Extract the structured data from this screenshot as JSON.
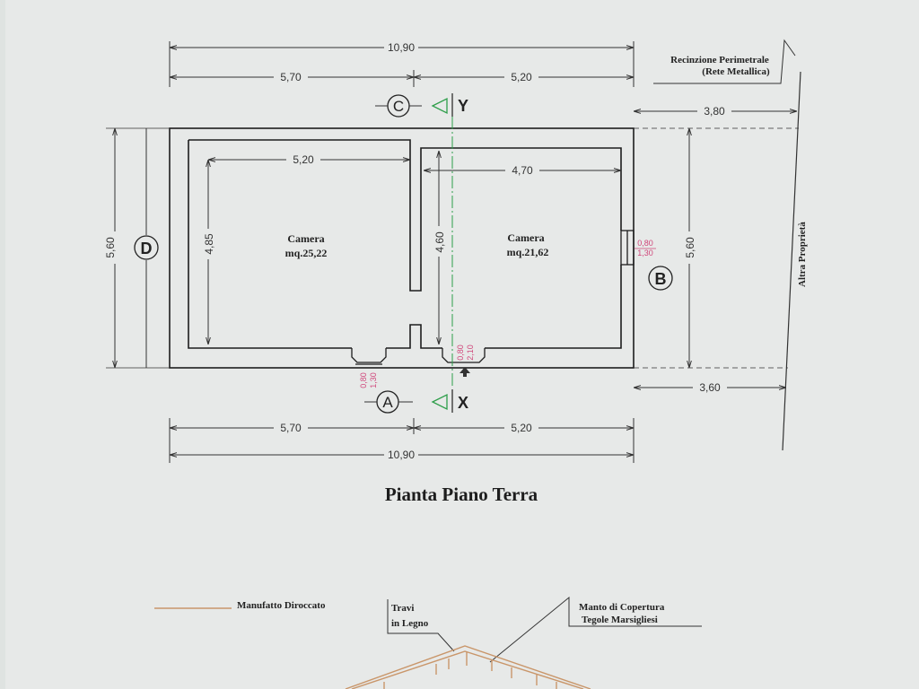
{
  "sheet": {
    "overall_top": "10,90",
    "left_top": "5,70",
    "right_top": "5,20",
    "overall_bottom": "10,90",
    "left_bottom": "5,70",
    "right_bottom": "5,20",
    "height_left": "5,60",
    "height_right": "5,60",
    "setback_top": "3,80",
    "setback_bottom": "3,60"
  },
  "fence": {
    "line1": "Recinzione Perimetrale",
    "line2": "(Rete Metallica)"
  },
  "neighbor": "Altra Proprietà",
  "sections": {
    "c": "C",
    "y": "Y",
    "d": "D",
    "b": "B",
    "a": "A",
    "x": "X"
  },
  "rooms": [
    {
      "name": "Camera",
      "area": "mq.25,22",
      "width": "5,20",
      "height": "4,85"
    },
    {
      "name": "Camera",
      "area": "mq.21,62",
      "width": "4,70",
      "height": "4,60"
    }
  ],
  "openings": {
    "window_right_w": "0,80",
    "window_right_h": "1,30",
    "window_left_w": "0,80",
    "window_left_h": "1,30",
    "door_w": "0,80",
    "door_h": "2,10"
  },
  "title": "Pianta Piano Terra",
  "section_labels": {
    "ruin": "Manufatto Diroccato",
    "beams_1": "Travi",
    "beams_2": "in Legno",
    "roof_1": "Manto di Copertura",
    "roof_2": "Tegole Marsigliesi"
  },
  "colors": {
    "paper": "#e7e9e8",
    "ink": "#1d1d1d",
    "pink": "#d0467a",
    "green": "#2e9e4a",
    "wood": "#c9966a"
  }
}
